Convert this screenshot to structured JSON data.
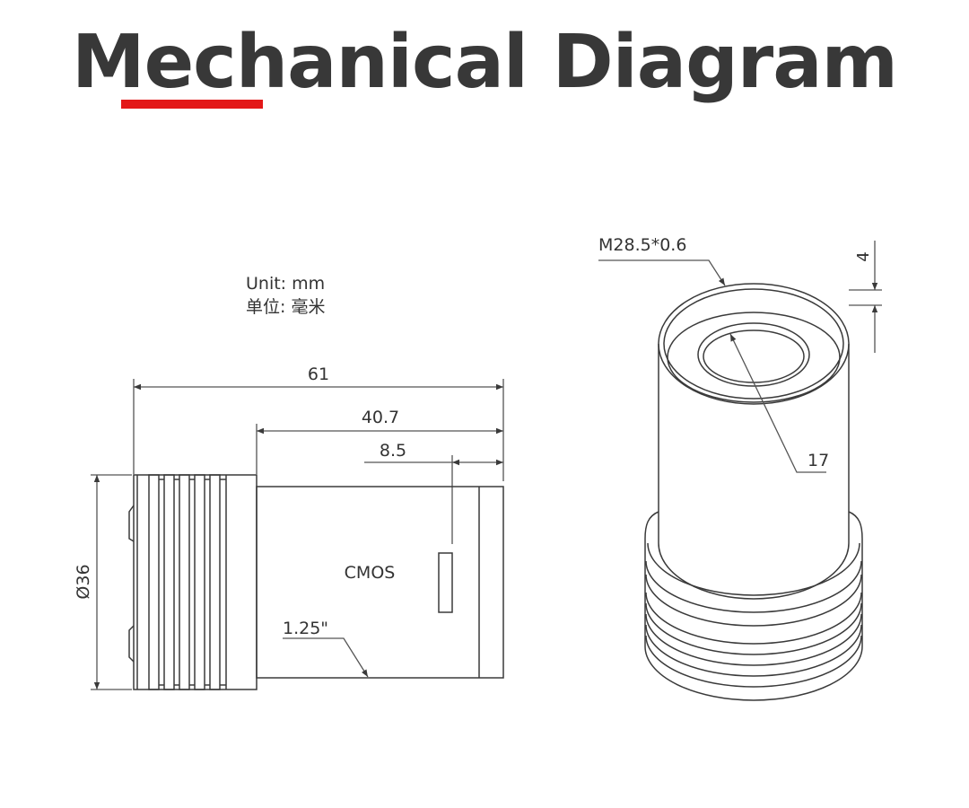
{
  "header": {
    "title": "Mechanical Diagram",
    "underline_color": "#e31818"
  },
  "units": {
    "english": "Unit: mm",
    "chinese": "单位: 毫米"
  },
  "side_view": {
    "dimensions": {
      "overall_length": "61",
      "body_length": "40.7",
      "sensor_offset": "8.5",
      "diameter": "Ø36",
      "nosepiece": "1.25\""
    },
    "sensor_label": "CMOS"
  },
  "iso_view": {
    "thread_label": "M28.5*0.6",
    "aperture_diameter": "17",
    "thread_depth": "4"
  },
  "colors": {
    "line": "#3a3a3a",
    "text": "#333333",
    "accent": "#e31818"
  }
}
